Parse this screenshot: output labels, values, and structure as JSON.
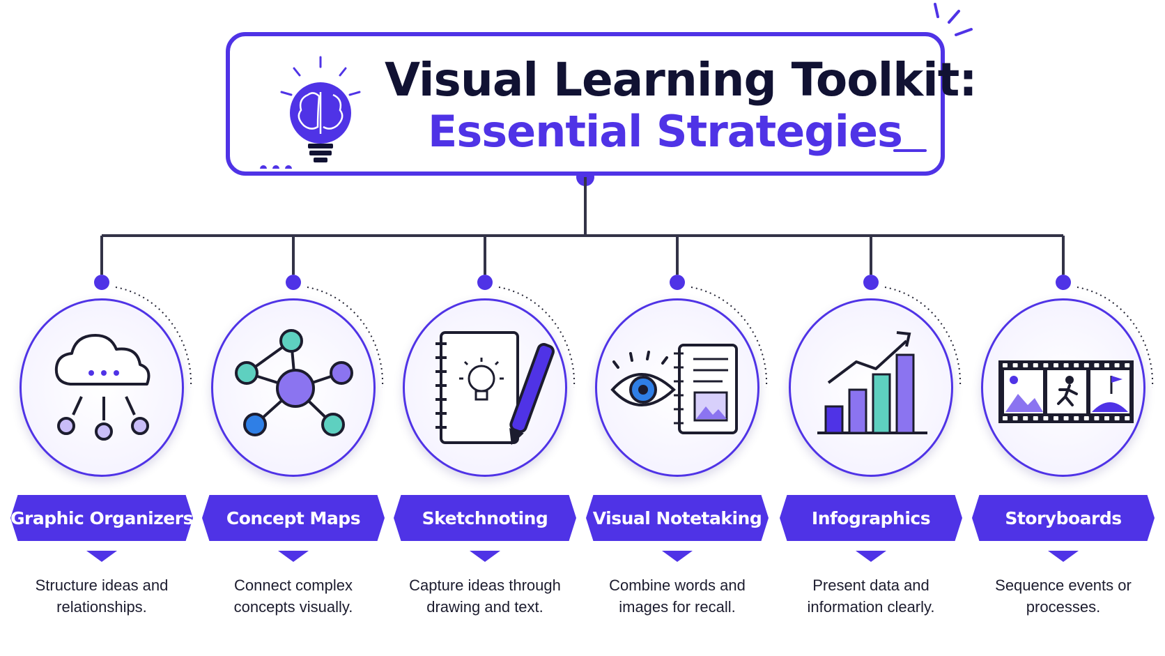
{
  "title": {
    "line1": "Visual Learning Toolkit:",
    "line2": "Essential Strategies"
  },
  "colors": {
    "accent": "#4f33e6",
    "dark": "#111233",
    "teal": "#5ed0c0",
    "violet": "#8b74f0",
    "blue": "#2f7fe6"
  },
  "strategies": [
    {
      "label": "Graphic Organizers",
      "description": "Structure ideas and relationships.",
      "icon": "cloud-network-icon"
    },
    {
      "label": "Concept Maps",
      "description": "Connect complex concepts visually.",
      "icon": "node-graph-icon"
    },
    {
      "label": "Sketchnoting",
      "description": "Capture ideas through drawing and text.",
      "icon": "notebook-pen-icon"
    },
    {
      "label": "Visual Notetaking",
      "description": "Combine words and images for recall.",
      "icon": "eye-notebook-icon"
    },
    {
      "label": "Infographics",
      "description": "Present data and information clearly.",
      "icon": "bar-chart-icon"
    },
    {
      "label": "Storyboards",
      "description": "Sequence events or processes.",
      "icon": "film-strip-icon"
    }
  ]
}
